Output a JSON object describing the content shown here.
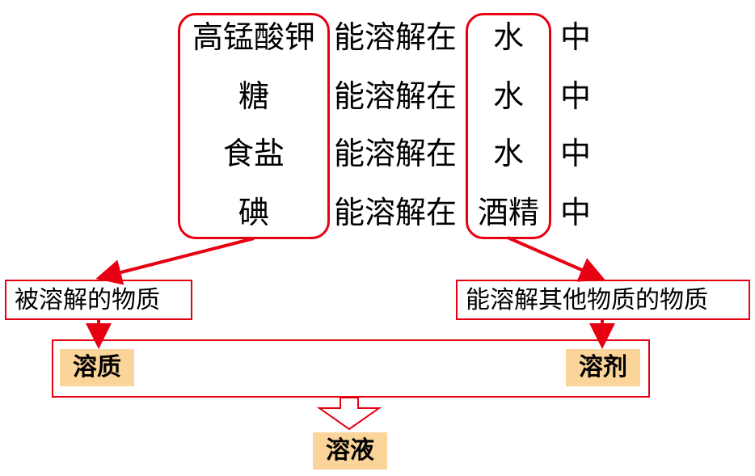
{
  "rows": [
    {
      "solute": "高锰酸钾",
      "verb": "能溶解在",
      "solvent": "水",
      "suffix": "中"
    },
    {
      "solute": "糖",
      "verb": "能溶解在",
      "solvent": "水",
      "suffix": "中"
    },
    {
      "solute": "食盐",
      "verb": "能溶解在",
      "solvent": "水",
      "suffix": "中"
    },
    {
      "solute": "碘",
      "verb": "能溶解在",
      "solvent": "酒精",
      "suffix": "中"
    }
  ],
  "left_label": "被溶解的物质",
  "right_label": "能溶解其他物质的物质",
  "solute_term": "溶质",
  "solvent_term": "溶剂",
  "solution_term": "溶液",
  "colors": {
    "accent": "#e60012",
    "highlight": "#fbd49a"
  }
}
